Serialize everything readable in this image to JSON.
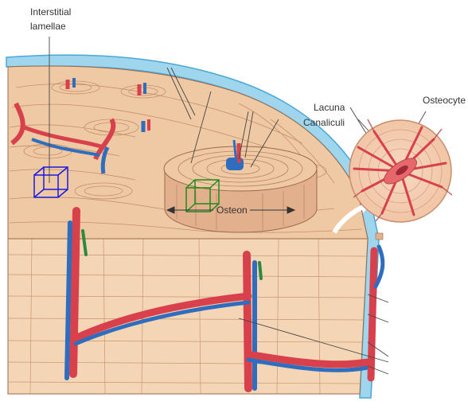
{
  "labels": {
    "interstitial_line1": "Interstitial",
    "interstitial_line2": "lamellae",
    "lacuna": "Lacuna",
    "canaliculi": "Canaliculi",
    "osteocyte": "Osteocyte",
    "osteon": "Osteon"
  },
  "colors": {
    "bone": "#efc9a3",
    "bone_light": "#f4d6b6",
    "bone_shadow": "#d9a880",
    "lamella_line": "#9c6b4a",
    "periosteum": "#9fd6ee",
    "periosteum_edge": "#4aa7d6",
    "artery": "#d8414b",
    "vein": "#2f6dbf",
    "nerve": "#2c8a3c",
    "marker_blue": "#1a1adf",
    "marker_green": "#1f8a1f",
    "text": "#333333"
  }
}
